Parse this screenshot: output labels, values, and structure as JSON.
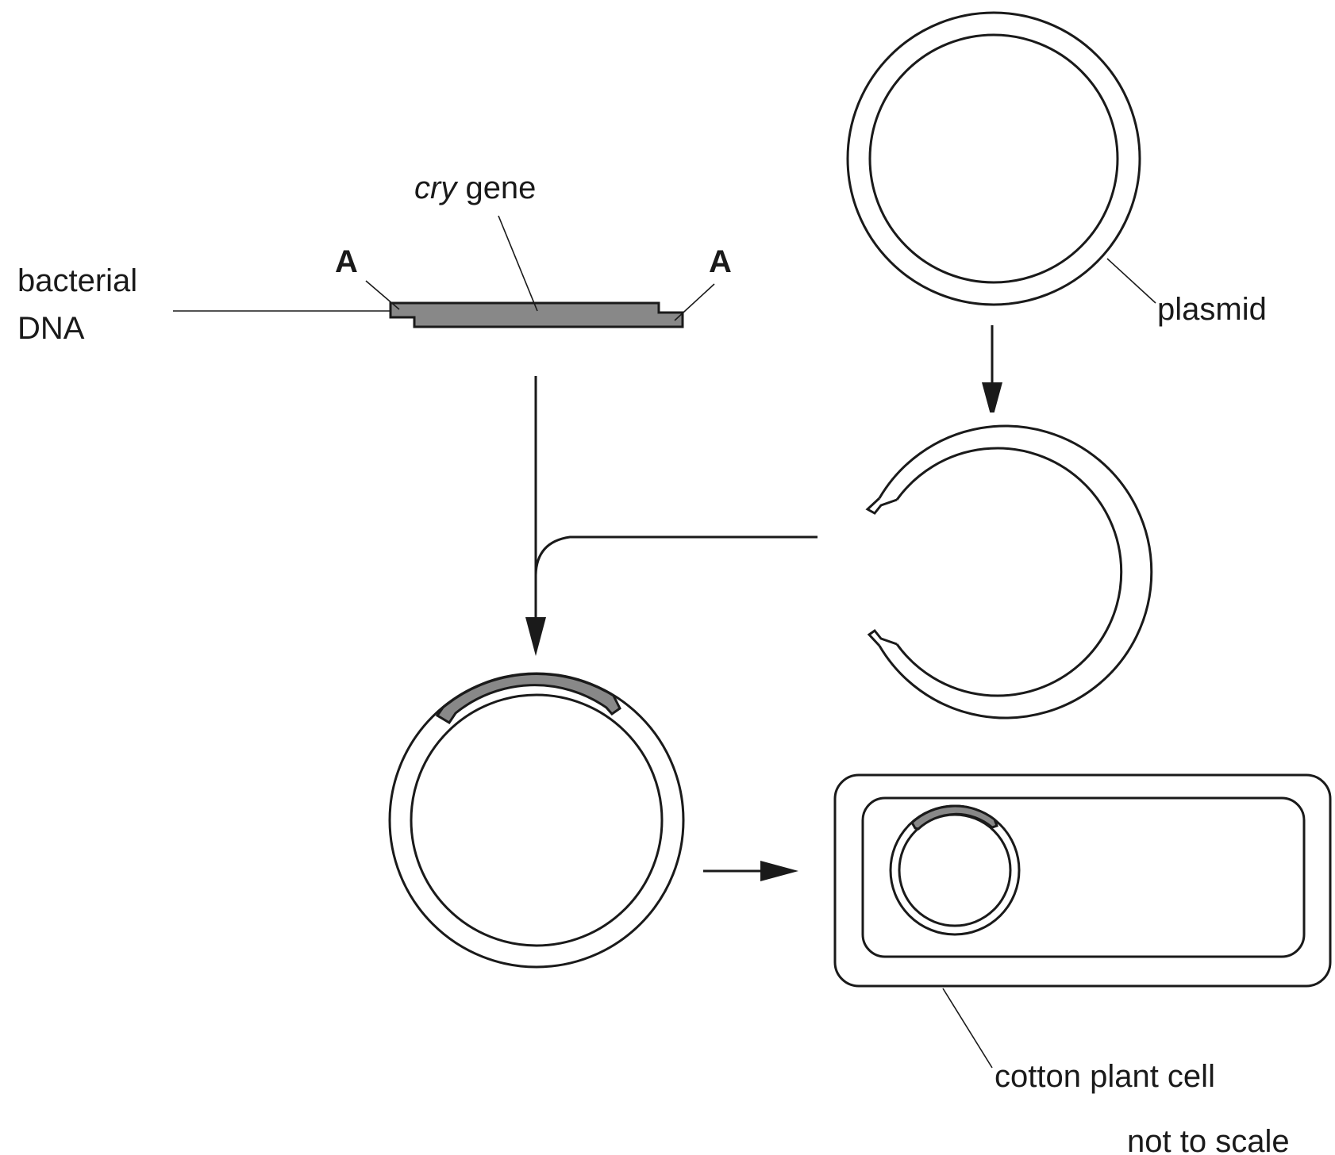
{
  "labels": {
    "bacterial_dna_line1": "bacterial",
    "bacterial_dna_line2": "DNA",
    "cry_gene_italic": "cry",
    "cry_gene_rest": " gene",
    "site_a_left": "A",
    "site_a_right": "A",
    "plasmid": "plasmid",
    "cotton_plant_cell": "cotton plant cell",
    "not_to_scale": "not to scale"
  },
  "colors": {
    "gene_fill": "#888888",
    "outline": "#1a1a1a",
    "background": "#ffffff"
  }
}
